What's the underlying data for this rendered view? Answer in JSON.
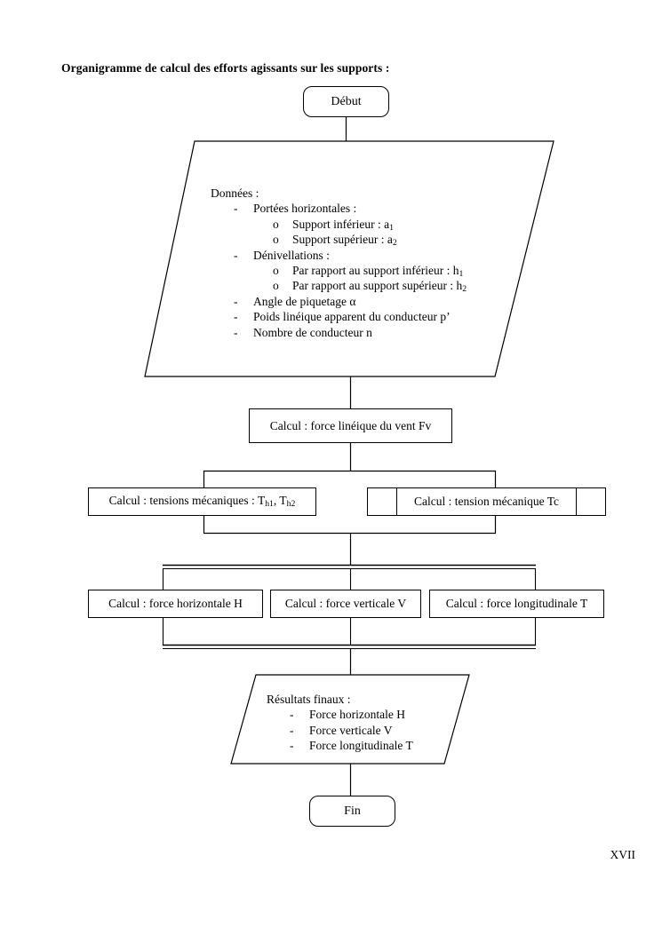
{
  "document": {
    "title": "Organigramme de calcul des efforts agissants sur les supports :",
    "page_number": "XVII"
  },
  "flowchart": {
    "start": {
      "label": "Début"
    },
    "end": {
      "label": "Fin"
    },
    "input_block": {
      "heading": "Données :",
      "items": [
        {
          "level": 1,
          "bullet": "-",
          "text": "Portées horizontales :"
        },
        {
          "level": 2,
          "bullet": "o",
          "text": "Support inférieur : a",
          "sub": "1"
        },
        {
          "level": 2,
          "bullet": "o",
          "text": "Support supérieur : a",
          "sub": "2"
        },
        {
          "level": 1,
          "bullet": "-",
          "text": "Dénivellations :"
        },
        {
          "level": 2,
          "bullet": "o",
          "text": "Par rapport au support inférieur : h",
          "sub": "1"
        },
        {
          "level": 2,
          "bullet": "o",
          "text": "Par rapport au support supérieur : h",
          "sub": "2"
        },
        {
          "level": 1,
          "bullet": "-",
          "text": "Angle de piquetage α"
        },
        {
          "level": 1,
          "bullet": "-",
          "text": "Poids linéique apparent du conducteur p’"
        },
        {
          "level": 1,
          "bullet": "-",
          "text": "Nombre de conducteur n"
        }
      ]
    },
    "process_wind": {
      "label": "Calcul : force linéique du vent Fv"
    },
    "process_tension_h": {
      "prefix": "Calcul : tensions mécaniques : T",
      "sub1": "h1",
      "mid": ", T",
      "sub2": "h2"
    },
    "process_tension_c": {
      "label": "Calcul : tension mécanique Tc"
    },
    "process_force_h": {
      "label": "Calcul : force horizontale H"
    },
    "process_force_v": {
      "label": "Calcul : force verticale V"
    },
    "process_force_t": {
      "label": "Calcul : force longitudinale T"
    },
    "output_block": {
      "heading": "Résultats finaux :",
      "items": [
        {
          "bullet": "-",
          "text": "Force horizontale H"
        },
        {
          "bullet": "-",
          "text": "Force verticale V"
        },
        {
          "bullet": "-",
          "text": "Force longitudinale T"
        }
      ]
    }
  },
  "colors": {
    "stroke": "#000000",
    "background": "#ffffff"
  }
}
